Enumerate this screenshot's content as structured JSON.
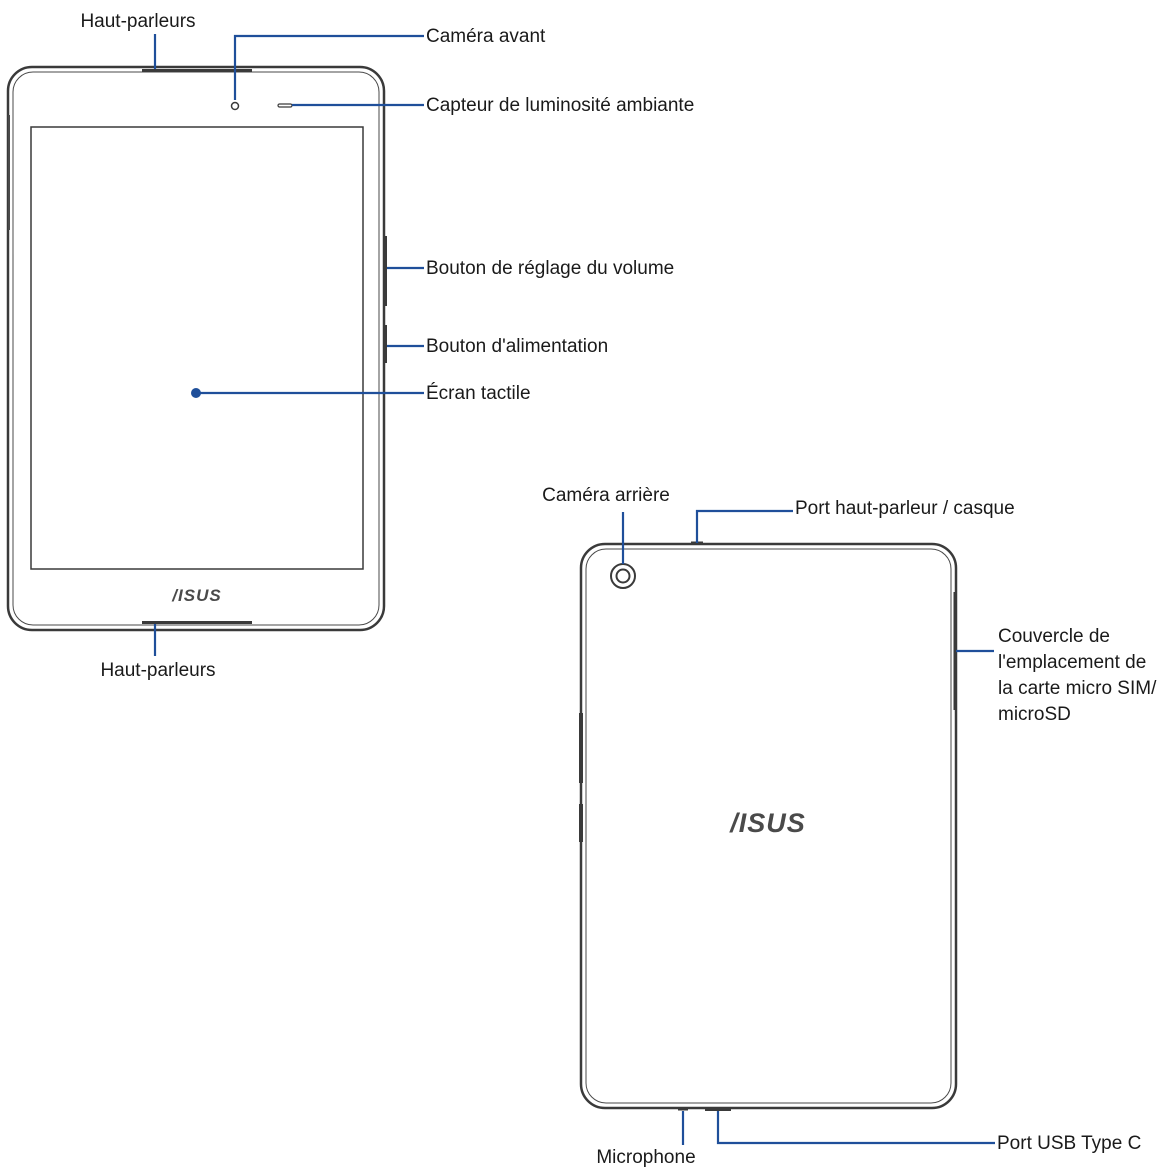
{
  "front": {
    "speakers_top": "Haut-parleurs",
    "front_camera": "Caméra avant",
    "light_sensor": "Capteur de luminosité ambiante",
    "volume_button": "Bouton de réglage du volume",
    "power_button": "Bouton d'alimentation",
    "touchscreen": "Écran tactile",
    "speakers_bottom": "Haut-parleurs",
    "logo": "/ISUS"
  },
  "back": {
    "rear_camera": "Caméra arrière",
    "headphone_port": "Port haut-parleur / casque",
    "sim_cover_lines": [
      "Couvercle de",
      "l'emplacement de",
      "la carte micro SIM/",
      "microSD"
    ],
    "logo": "/ISUS",
    "microphone": "Microphone",
    "usb_port": "Port USB Type C"
  },
  "colors": {
    "leader": "#1f4f9a",
    "outline": "#3a3a3a"
  }
}
